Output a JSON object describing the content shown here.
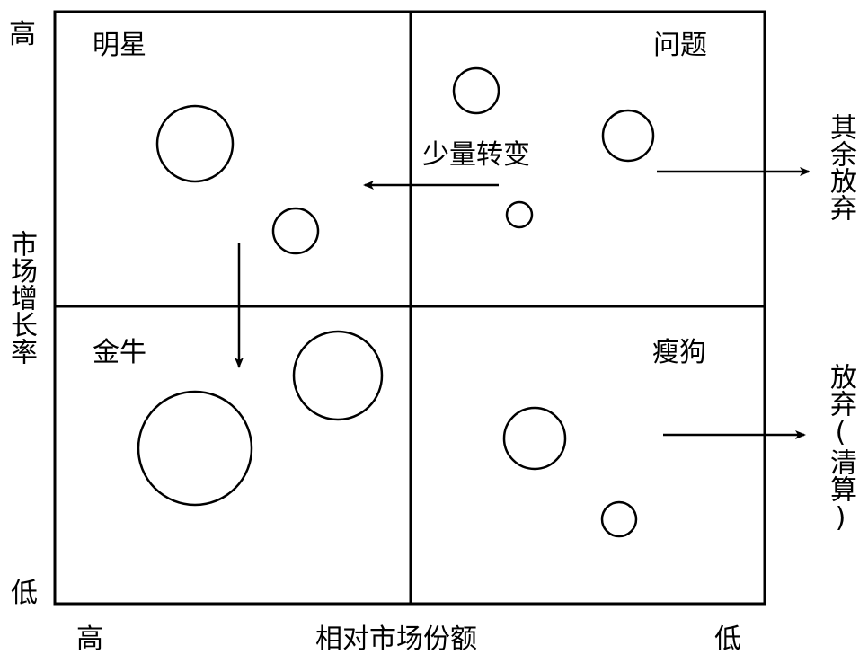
{
  "quadrants": {
    "star": "明星",
    "question": "问题",
    "cow": "金牛",
    "dog": "瘦狗"
  },
  "y_axis": {
    "title": "市场增长率",
    "high": "高",
    "low": "低"
  },
  "x_axis": {
    "title": "相对市场份额",
    "high": "高",
    "low": "低"
  },
  "arrows": {
    "minor_shift": "少量转变",
    "abandon_rest": "其余放弃",
    "abandon_clear": "放弃(清算)"
  }
}
